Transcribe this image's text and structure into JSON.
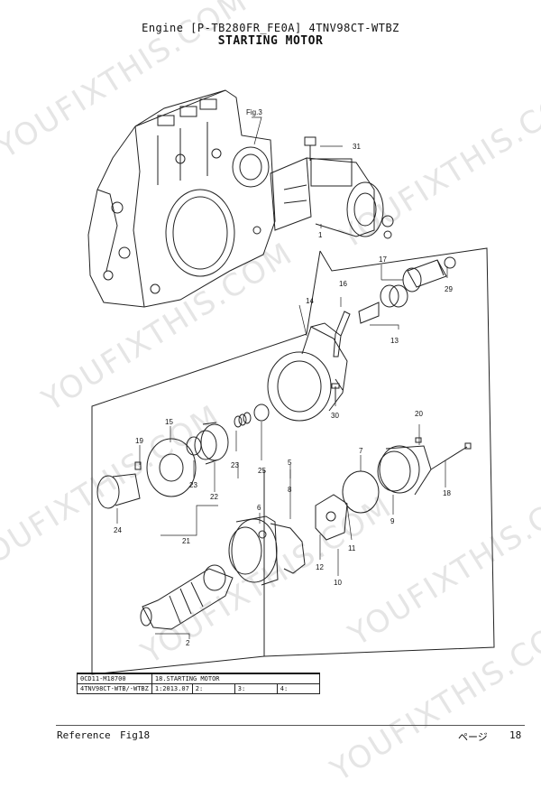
{
  "header": {
    "line1": "Engine [P-TB280FR_FE0A]  4TNV98CT-WTBZ",
    "line2": "STARTING MOTOR"
  },
  "callouts": {
    "fig3": "Fig.3",
    "p1": "1",
    "p2": "2",
    "p5": "5",
    "p6": "6",
    "p7": "7",
    "p8": "8",
    "p9": "9",
    "p10": "10",
    "p11": "11",
    "p12": "12",
    "p13": "13",
    "p14": "14",
    "p15": "15",
    "p16": "16",
    "p17": "17",
    "p18": "18",
    "p19": "19",
    "p20": "20",
    "p21": "21",
    "p22": "22",
    "p23a": "23",
    "p23b": "23",
    "p24": "24",
    "p25": "25",
    "p29": "29",
    "p30": "30",
    "p31": "31"
  },
  "watermark": "YOUFIXTHIS.COM",
  "info_table": {
    "row1": [
      "0CD11-M18700",
      "18.STARTING MOTOR"
    ],
    "row2": [
      "4TNV98CT-WTB/-WTBZ",
      "1:2013.07",
      "2:",
      "3:",
      "4:"
    ]
  },
  "footer": {
    "reference": "Reference",
    "fig": "Fig18",
    "page_label": "ページ",
    "page_number": "18"
  }
}
